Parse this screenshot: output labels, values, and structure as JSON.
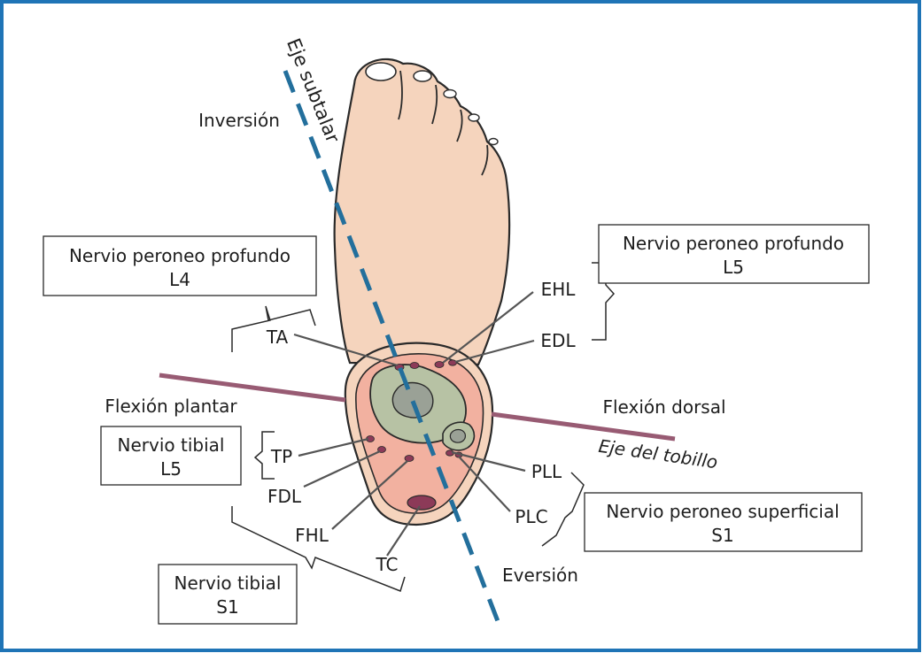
{
  "colors": {
    "frame": "#1f74b6",
    "subtalar_axis": "#236f9c",
    "ankle_axis": "#985b73",
    "skin": "#f5d4bd",
    "outline": "#2a2a2a",
    "muscle": "#f2b1a0",
    "tendon": "#8c3a58",
    "bone": "#b7c2a4"
  },
  "axes": {
    "subtalar": "Eje subtalar",
    "ankle": "Eje del tobillo"
  },
  "motions": {
    "inversion": "Inversión",
    "eversion": "Eversión",
    "plantar_flexion": "Flexión plantar",
    "dorsal_flexion": "Flexión dorsal"
  },
  "tendons": {
    "ta": "TA",
    "ehl": "EHL",
    "edl": "EDL",
    "tp": "TP",
    "fdl": "FDL",
    "fhl": "FHL",
    "tc": "TC",
    "pll": "PLL",
    "plc": "PLC"
  },
  "nerve_boxes": {
    "deep_peroneal_l4": {
      "line1": "Nervio peroneo profundo",
      "line2": "L4"
    },
    "deep_peroneal_l5": {
      "line1": "Nervio peroneo profundo",
      "line2": "L5"
    },
    "tibial_l5": {
      "line1": "Nervio tibial",
      "line2": "L5"
    },
    "superficial_peroneal_s1": {
      "line1": "Nervio peroneo superficial",
      "line2": "S1"
    },
    "tibial_s1": {
      "line1": "Nervio tibial",
      "line2": "S1"
    }
  }
}
